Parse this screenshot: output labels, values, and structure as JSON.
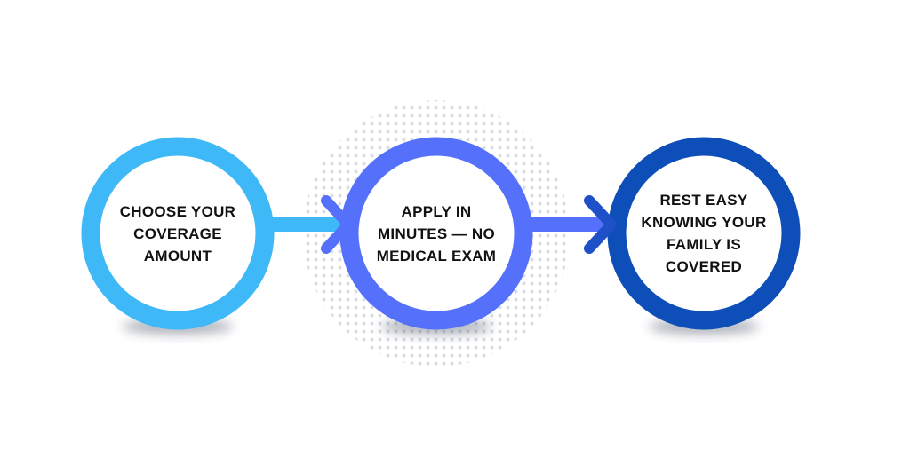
{
  "steps": [
    {
      "label": "CHOOSE YOUR COVERAGE AMOUNT",
      "lines": [
        "CHOOSE YOUR",
        "COVERAGE",
        "AMOUNT"
      ],
      "ring_color": "#3FB8F8"
    },
    {
      "label": "APPLY IN MINUTES — NO MEDICAL EXAM",
      "lines": [
        "APPLY IN",
        "MINUTES — NO",
        "MEDICAL EXAM"
      ],
      "ring_color": "#5570FB"
    },
    {
      "label": "REST EASY KNOWING YOUR FAMILY IS COVERED",
      "lines": [
        "REST EASY",
        "KNOWING YOUR",
        "FAMILY IS",
        "COVERED"
      ],
      "ring_color": "#0E4EB8"
    }
  ],
  "connectors": [
    {
      "color": "#3FB8F8",
      "chevron_color": "#5570FB"
    },
    {
      "color": "#5570FB",
      "chevron_color": "#1E50C8"
    }
  ],
  "dot_pattern_color": "#D9DCE2",
  "background": "#FFFFFF"
}
